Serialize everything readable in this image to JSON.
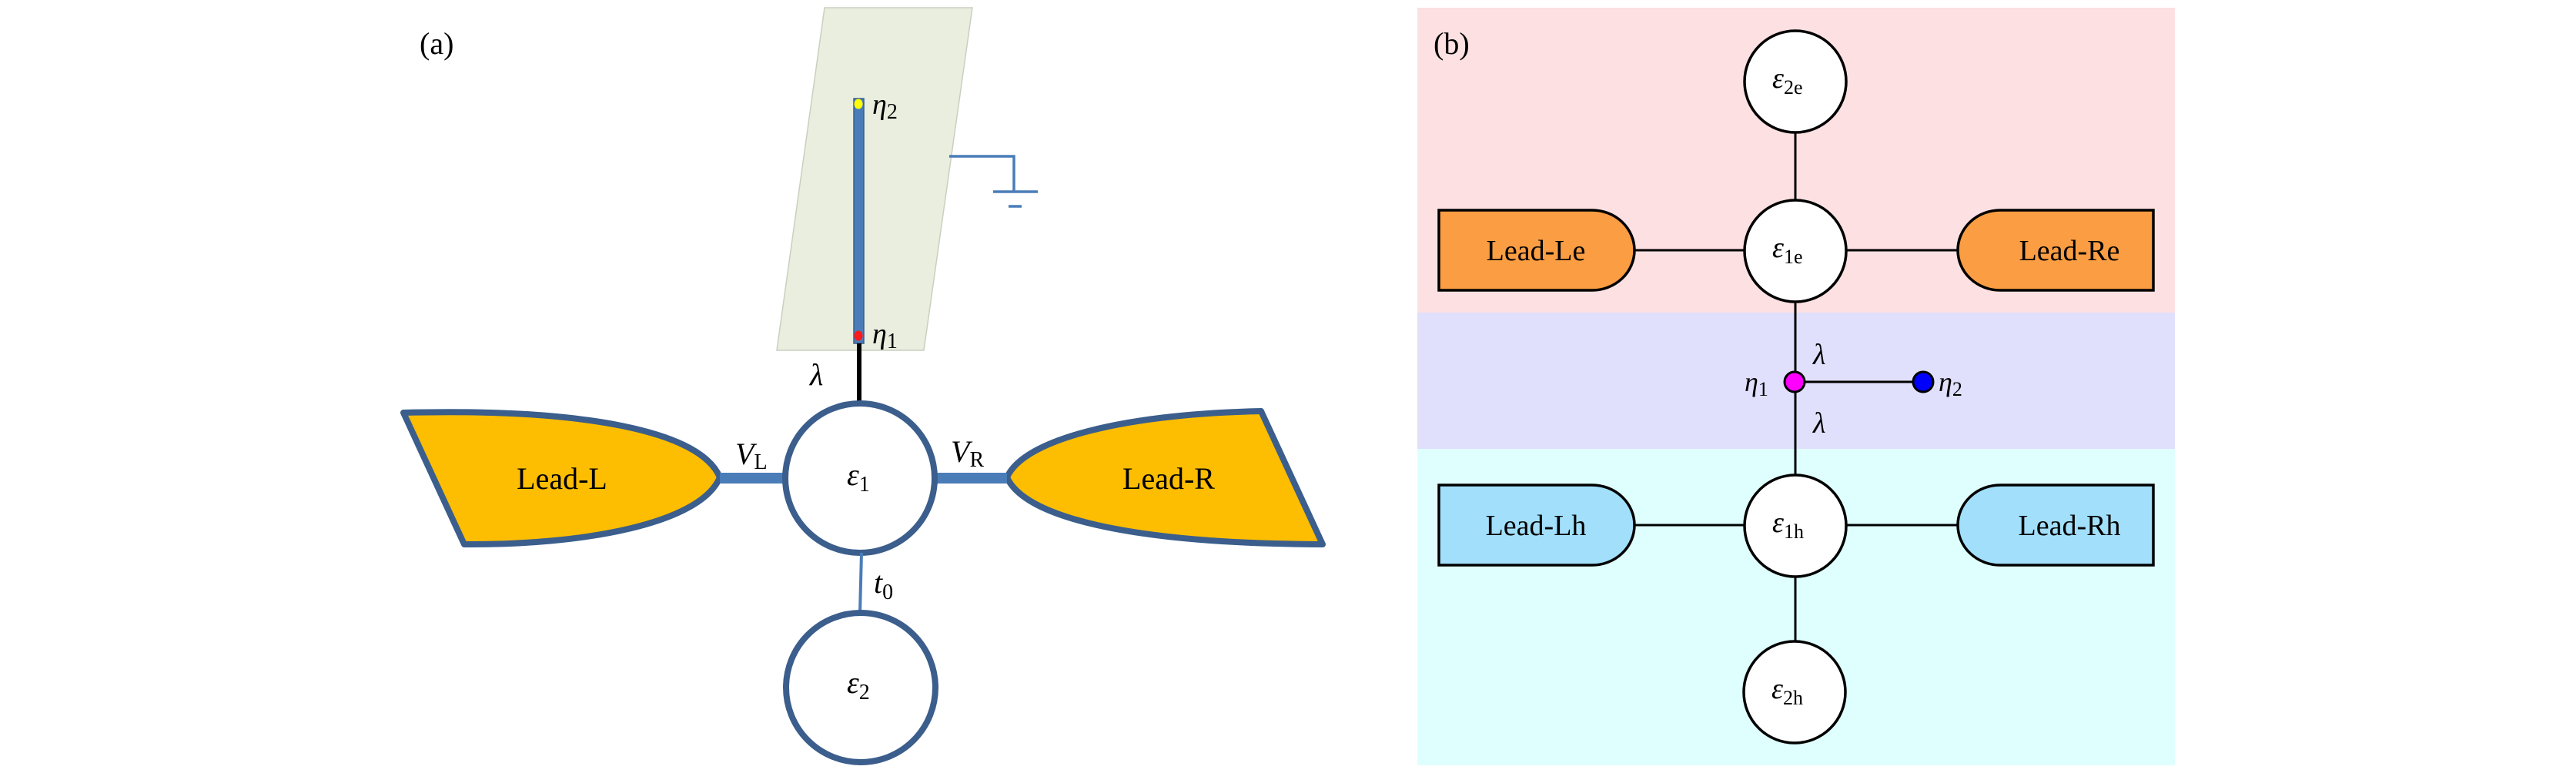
{
  "panel_a": {
    "label": "(a)",
    "lead_left": "Lead-L",
    "lead_right": "Lead-R",
    "dot1": {
      "sym": "ε",
      "sub": "1"
    },
    "dot2": {
      "sym": "ε",
      "sub": "2"
    },
    "coupling_left": {
      "sym": "V",
      "sub": "L"
    },
    "coupling_right": {
      "sym": "V",
      "sub": "R"
    },
    "coupling_t0": {
      "sym": "t",
      "sub": "0"
    },
    "coupling_lambda": "λ",
    "majorana_top": {
      "sym": "η",
      "sub": "2"
    },
    "majorana_bottom": {
      "sym": "η",
      "sub": "1"
    }
  },
  "panel_b": {
    "label": "(b)",
    "leads": {
      "le": "Lead-Le",
      "re": "Lead-Re",
      "lh": "Lead-Lh",
      "rh": "Lead-Rh"
    },
    "dots": {
      "e2e": {
        "sym": "ε",
        "sub": "2e"
      },
      "e1e": {
        "sym": "ε",
        "sub": "1e"
      },
      "e1h": {
        "sym": "ε",
        "sub": "1h"
      },
      "e2h": {
        "sym": "ε",
        "sub": "2h"
      }
    },
    "lambda_top": "λ",
    "lambda_bottom": "λ",
    "majorana_1": {
      "sym": "η",
      "sub": "1"
    },
    "majorana_2": {
      "sym": "η",
      "sub": "2"
    }
  },
  "colors": {
    "lead_gold": "#fdbd00",
    "outline_blue": "#3b5e8c",
    "wire_blue": "#4a7db8",
    "substrate": "#e9eedf",
    "eta1_red": "#ff1a1a",
    "eta2_yellow": "#ffff00",
    "band_electron": "#fde0e2",
    "band_majorana": "#e0e0fc",
    "band_hole": "#dfffff",
    "lead_orange": "#fb9d42",
    "lead_lightblue": "#a2dffb",
    "eta1_magenta": "#ff00ff",
    "eta2_blue": "#0000ff"
  }
}
